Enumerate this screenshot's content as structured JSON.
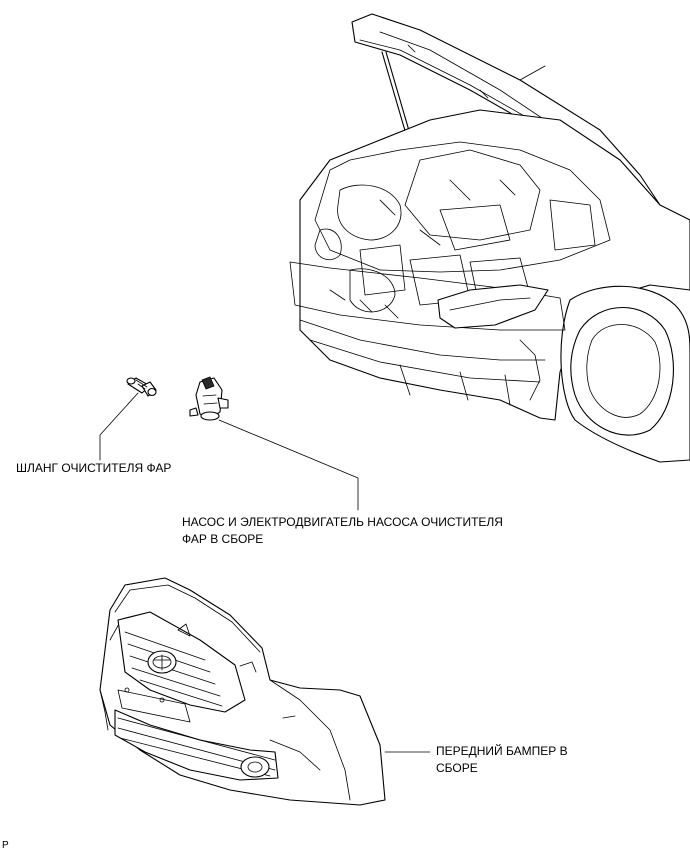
{
  "labels": {
    "hose": "ШЛАНГ ОЧИСТИТЕЛЯ ФАР",
    "pump_line1": "НАСОС И ЭЛЕКТРОДВИГАТЕЛЬ НАСОСА ОЧИСТИТЕЛЯ",
    "pump_line2": "ФАР В СБОРЕ",
    "bumper_line1": "ПЕРЕДНИЙ БАМПЕР В",
    "bumper_line2": "СБОРЕ",
    "code": "P"
  },
  "components": [
    {
      "id": "vehicle-front",
      "icon": "car-engine-bay-illustration"
    },
    {
      "id": "headlight-cleaner-hose",
      "icon": "hose-connector-illustration"
    },
    {
      "id": "headlight-cleaner-pump",
      "icon": "washer-pump-illustration"
    },
    {
      "id": "front-bumper-assembly",
      "icon": "front-bumper-illustration"
    }
  ],
  "colors": {
    "line": "#000000",
    "background": "#ffffff"
  }
}
